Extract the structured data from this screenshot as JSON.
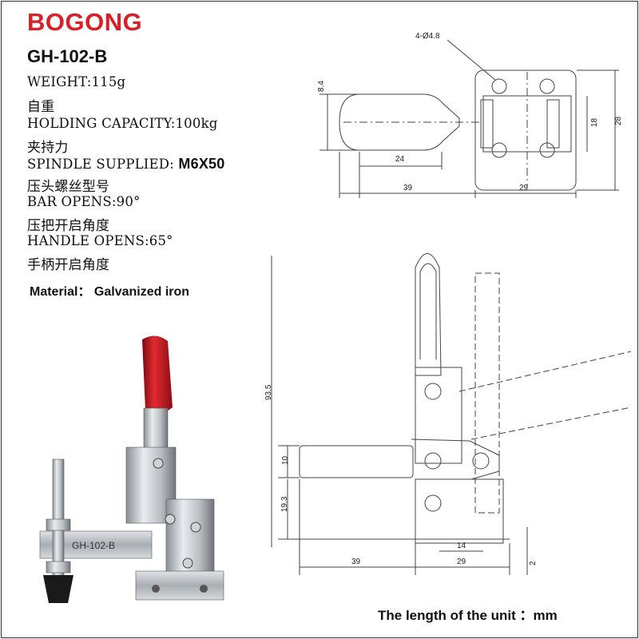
{
  "brand": "BOGONG",
  "model": "GH-102-B",
  "specs": {
    "weight": "WEIGHT:115g",
    "weight_cn": "自重",
    "holding": "HOLDING CAPACITY:100kg",
    "holding_cn": "夹持力",
    "spindle_label": "SPINDLE SUPPLIED:",
    "spindle_value": "M6X50",
    "spindle_cn": "压头螺丝型号",
    "bar": "BAR OPENS:90°",
    "bar_cn": "压把开启角度",
    "handle": "HANDLE OPENS:65°",
    "handle_cn": "手柄开启角度"
  },
  "material": "Material：  Galvanized iron",
  "unit_note": "The length of the unit ：mm",
  "photo": {
    "body_text": "GH-102-B"
  },
  "top_view": {
    "holes": "4-Ø4.8",
    "dim_84": "8.4",
    "dim_18": "18",
    "dim_28": "28",
    "dim_24": "24",
    "dim_39": "39",
    "dim_29": "29"
  },
  "side_view": {
    "dim_935": "93.5",
    "dim_10": "10",
    "dim_193": "19.3",
    "dim_14": "14",
    "dim_39": "39",
    "dim_29": "29",
    "dim_2": "2"
  },
  "colors": {
    "brand": "#d8202a",
    "handle_grip": "#c8141c",
    "tip": "#1a1a1a",
    "drawing_line": "#444444"
  }
}
